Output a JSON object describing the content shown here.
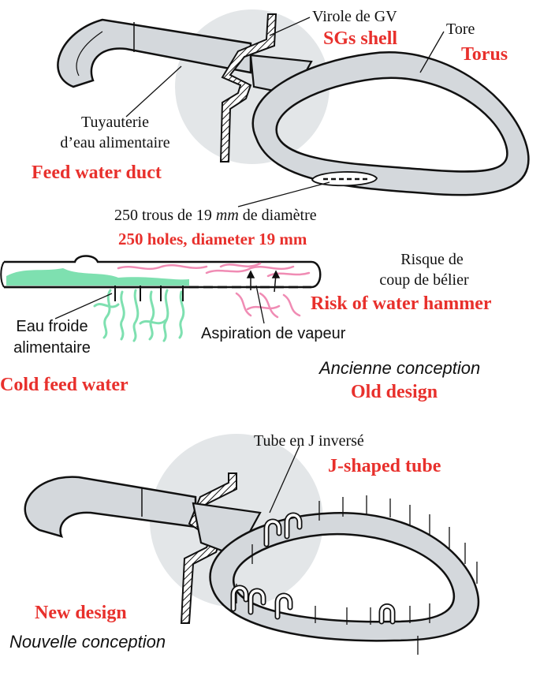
{
  "labels": {
    "sg_shell_fr": "Virole de GV",
    "sg_shell_en": "SGs shell",
    "torus_fr": "Tore",
    "torus_en": "Torus",
    "feed_duct_fr_1": "Tuyauterie",
    "feed_duct_fr_2": "d’eau alimentaire",
    "feed_duct_en": "Feed water duct",
    "holes_fr_pre": "250 trous de 19 ",
    "holes_fr_unit": "mm",
    "holes_fr_post": " de diamètre",
    "holes_en": "250 holes, diameter 19 mm",
    "hammer_fr_1": "Risque de",
    "hammer_fr_2": "coup de bélier",
    "hammer_en": "Risk of water hammer",
    "cold_fr_1": "Eau froide",
    "cold_fr_2": "alimentaire",
    "cold_en": "Cold feed water",
    "steam_fr": "Aspiration de vapeur",
    "old_fr": "Ancienne conception",
    "old_en": "Old design",
    "jtube_fr": "Tube en J inversé",
    "jtube_en": "J-shaped tube",
    "new_en": "New design",
    "new_fr": "Nouvelle conception"
  },
  "colors": {
    "pipe_fill": "#d4d8dc",
    "shadow_disk": "#e3e6e8",
    "label_red": "#e8302c",
    "cold_water": "#7ee0b0",
    "steam": "#f08cb4"
  },
  "icons": [
    "hatched-wall-section",
    "inverted-j-tube",
    "orifice-hole"
  ]
}
